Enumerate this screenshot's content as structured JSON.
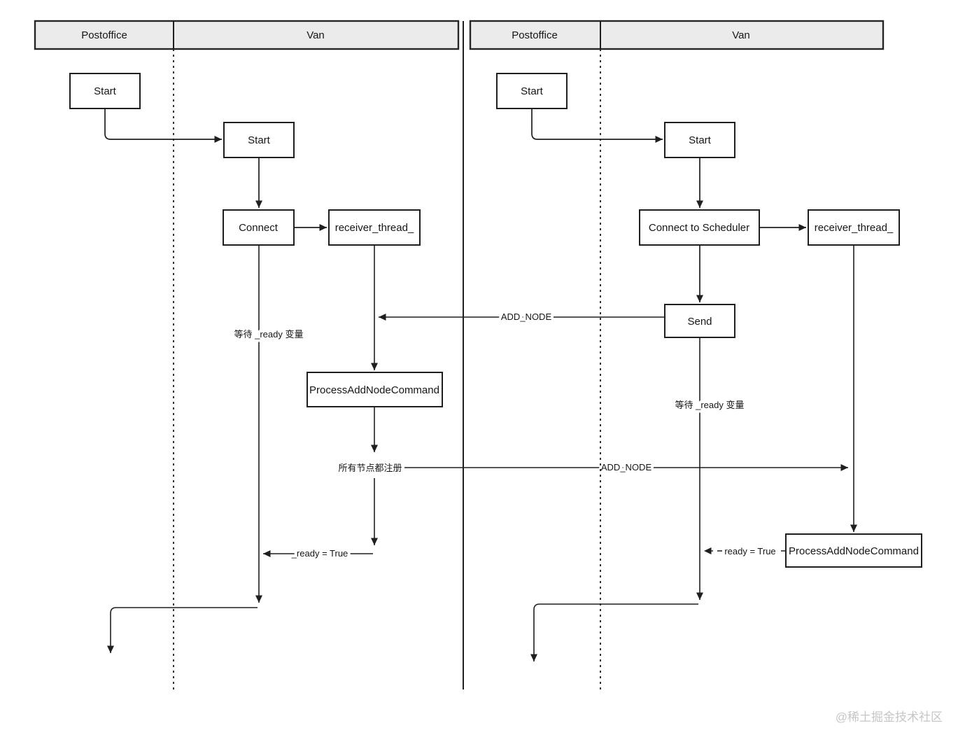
{
  "watermark": "@稀土掘金技术社区",
  "colors": {
    "background": "#ffffff",
    "line_stroke": "#1f1f1f",
    "header_fill": "#ebebeb",
    "watermark_color": "#c6c6c6"
  },
  "left_diagram": {
    "header": {
      "postoffice": "Postoffice",
      "van": "Van"
    },
    "nodes": {
      "start_postoffice": "Start",
      "start_van": "Start",
      "connect": "Connect",
      "receiver_thread": "receiver_thread_",
      "process_add_node": "ProcessAddNodeCommand"
    },
    "labels": {
      "wait_ready": "等待 _ready 变量",
      "add_node": "ADD_NODE",
      "all_nodes_registered": "所有节点都注册",
      "ready_true": "_ready = True"
    }
  },
  "right_diagram": {
    "header": {
      "postoffice": "Postoffice",
      "van": "Van"
    },
    "nodes": {
      "start_postoffice": "Start",
      "start_van": "Start",
      "connect_scheduler": "Connect to Scheduler",
      "receiver_thread": "receiver_thread_",
      "send": "Send",
      "process_add_node": "ProcessAddNodeCommand"
    },
    "labels": {
      "wait_ready": "等待 _ready 变量",
      "add_node": "ADD_NODE",
      "ready_true": "ready = True"
    }
  }
}
